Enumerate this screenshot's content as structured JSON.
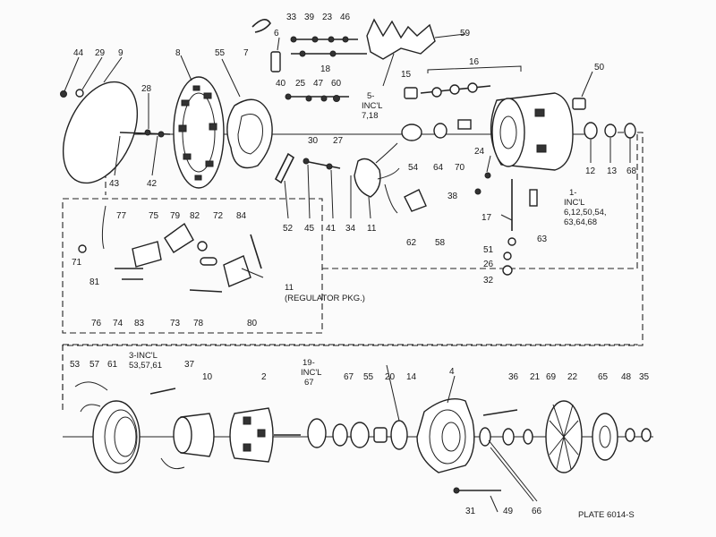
{
  "plate_label": "PLATE 6014-S",
  "notes": [
    {
      "id": "note-5",
      "lines": [
        "5-",
        "INC'L",
        "7,18"
      ]
    },
    {
      "id": "note-1",
      "lines": [
        "1-",
        "INC'L",
        "6,12,50,54,",
        "63,64,68"
      ]
    },
    {
      "id": "note-11",
      "lines": [
        "11",
        "(REGULATOR PKG.)"
      ]
    },
    {
      "id": "note-3",
      "lines": [
        "3-INC'L",
        "53,57,61"
      ]
    },
    {
      "id": "note-19",
      "lines": [
        "19-",
        "INC'L",
        "67"
      ]
    }
  ],
  "callouts": [
    "44",
    "29",
    "9",
    "8",
    "28",
    "43",
    "42",
    "55",
    "7",
    "6",
    "33",
    "39",
    "23",
    "46",
    "59",
    "18",
    "40",
    "25",
    "47",
    "60",
    "15",
    "16",
    "50",
    "30",
    "27",
    "52",
    "45",
    "41",
    "34",
    "11",
    "62",
    "58",
    "54",
    "64",
    "70",
    "24",
    "38",
    "12",
    "13",
    "68",
    "17",
    "63",
    "51",
    "26",
    "32",
    "77",
    "75",
    "79",
    "82",
    "72",
    "84",
    "71",
    "81",
    "76",
    "74",
    "83",
    "73",
    "78",
    "80",
    "53",
    "57",
    "61",
    "37",
    "10",
    "2",
    "67",
    "55",
    "20",
    "14",
    "4",
    "36",
    "21",
    "69",
    "22",
    "65",
    "48",
    "35",
    "66",
    "31",
    "49",
    "6"
  ]
}
